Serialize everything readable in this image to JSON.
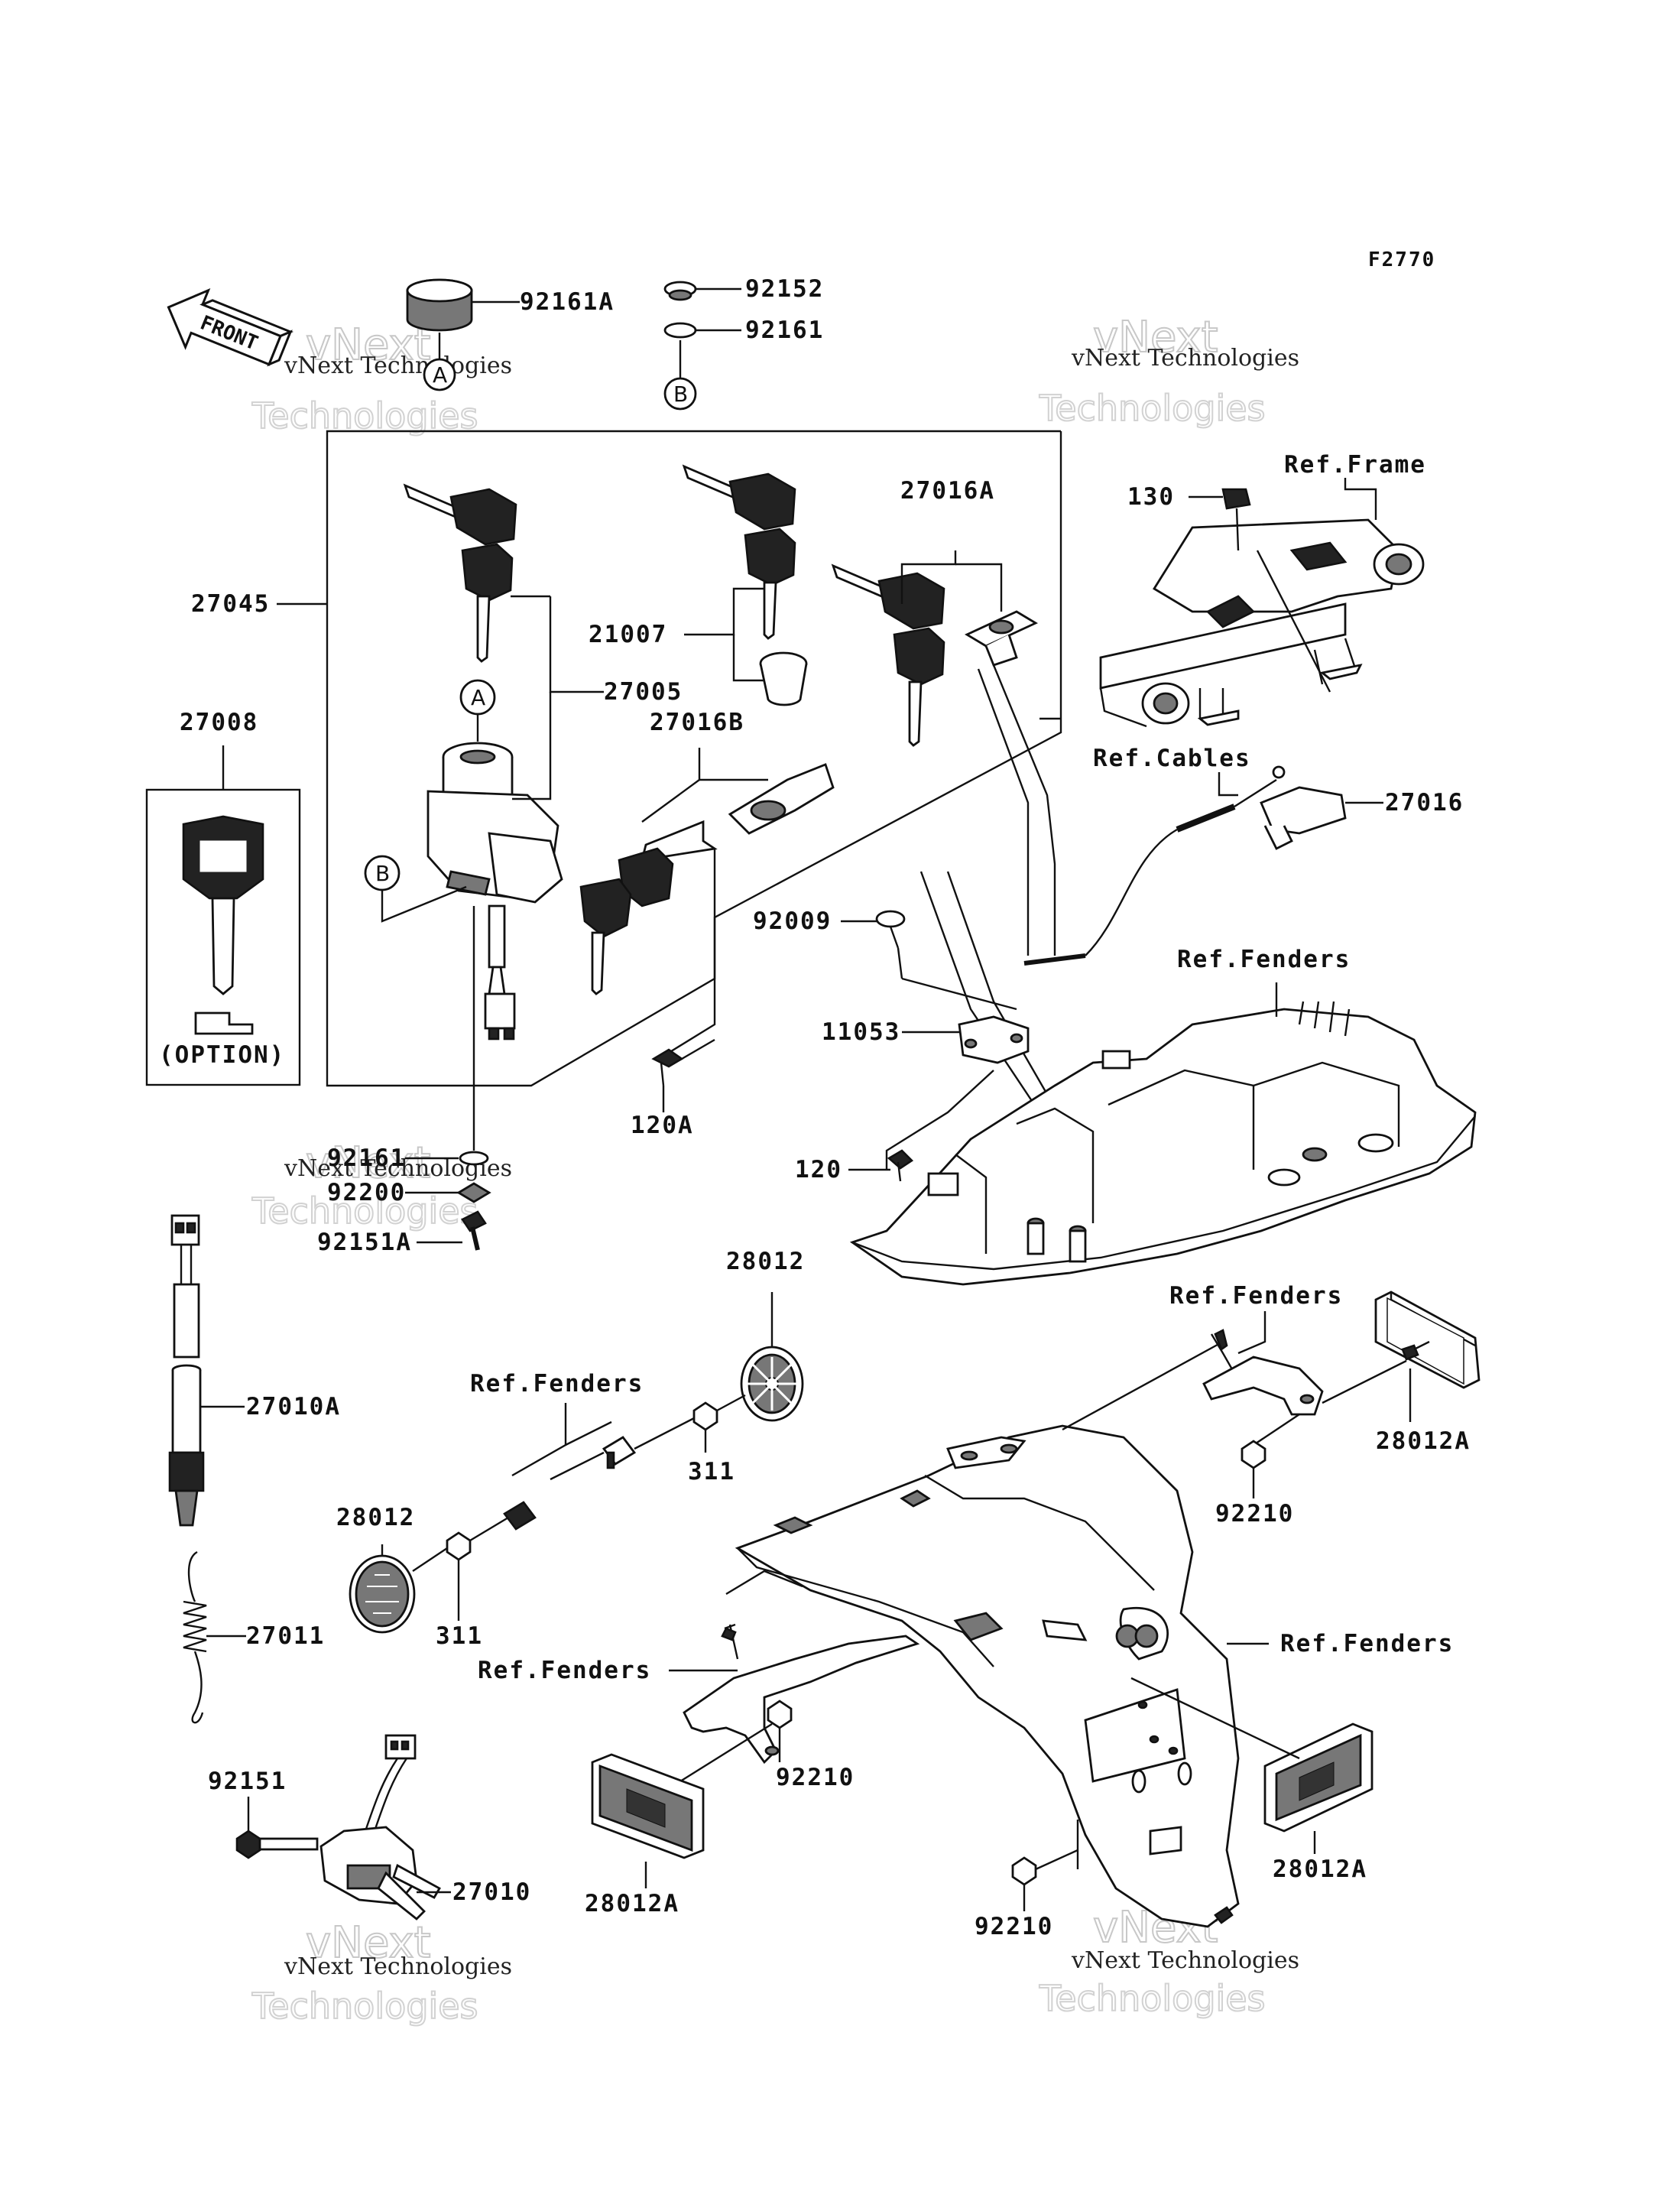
{
  "figure_id": "F2770",
  "front_arrow": "FRONT",
  "option_box_label": "(OPTION)",
  "circle_labels": {
    "a": "A",
    "b": "B"
  },
  "watermark": {
    "small": "vNext Technologies",
    "big1": "vNext",
    "big2": "Technologies"
  },
  "part_labels": [
    "92161A",
    "92152",
    "92161",
    "27045",
    "27005",
    "21007",
    "27016A",
    "27016B",
    "27008",
    "130",
    "Ref.Frame",
    "Ref.Cables",
    "27016",
    "92009",
    "Ref.Fenders",
    "11053",
    "120A",
    "120",
    "92161",
    "92200",
    "92151A",
    "28012",
    "Ref.Fenders",
    "27010A",
    "311",
    "28012",
    "311",
    "27011",
    "Ref.Fenders",
    "28012A",
    "92210",
    "Ref.Fenders",
    "Ref.Fenders",
    "92151",
    "92210",
    "27010",
    "28012A",
    "92210",
    "28012A"
  ],
  "colors": {
    "ink": "#111111",
    "watermark": "#c8c8c8",
    "background": "#ffffff"
  }
}
